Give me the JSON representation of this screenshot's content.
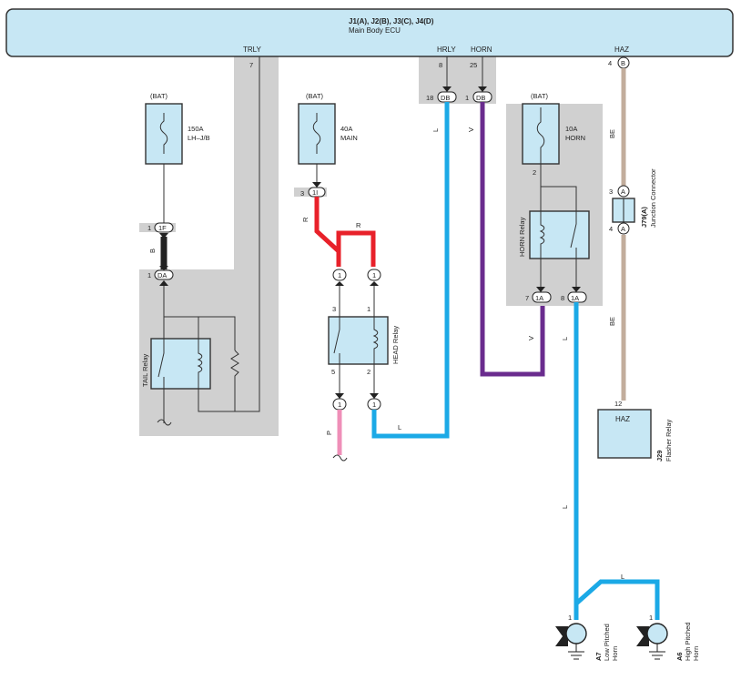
{
  "ecu": {
    "title": "J1(A), J2(B), J3(C), J4(D)",
    "subtitle": "Main Body ECU",
    "terminals": {
      "trly": "TRLY",
      "hrly": "HRLY",
      "horn": "HORN",
      "haz": "HAZ"
    }
  },
  "pins": {
    "trly": "7",
    "hrly": "8",
    "horn": "25",
    "haz": "4",
    "haz_conn": "B",
    "db_left_num": "18",
    "db_left": "DB",
    "db_right_num": "1",
    "db_right": "DB"
  },
  "fuses": {
    "tail": {
      "source": "(BAT)",
      "rating": "150A",
      "name": "LH–J/B"
    },
    "main": {
      "source": "(BAT)",
      "rating": "40A",
      "name": "MAIN"
    },
    "horn": {
      "source": "(BAT)",
      "rating": "10A",
      "name": "HORN",
      "pin": "2"
    }
  },
  "connectors": {
    "c1f_num": "1",
    "c1f": "1F",
    "cda_num": "1",
    "cda": "DA",
    "c1i_num": "3",
    "c1i": "1I",
    "c1": "1",
    "c7_num": "7",
    "c7": "1A",
    "c8_num": "8",
    "c8": "1A",
    "jc_a": "A",
    "jc_pin3": "3",
    "jc_pin4": "4"
  },
  "relays": {
    "tail": "TAIL Relay",
    "head": "HEAD Relay",
    "head_pins": {
      "p3": "3",
      "p1": "1",
      "p5": "5",
      "p2": "2"
    },
    "horn": "HORN Relay"
  },
  "wires": {
    "b": "B",
    "r1": "R",
    "r2": "R",
    "p": "P",
    "l1": "L",
    "l2": "L",
    "l3": "L",
    "l4": "L",
    "l5": "L",
    "v1": "V",
    "v2": "V",
    "be1": "BE",
    "be2": "BE"
  },
  "junction": {
    "code": "J79(A)",
    "name": "Junction Connector"
  },
  "flasher": {
    "pin": "12",
    "label": "HAZ",
    "code": "J29",
    "name": "Flasher Relay"
  },
  "horns": {
    "low": {
      "pin": "1",
      "code": "A7",
      "name1": "Low Pitched",
      "name2": "Horn"
    },
    "high": {
      "pin": "1",
      "code": "A6",
      "name1": "High Pitched",
      "name2": "Horn"
    }
  },
  "colors": {
    "black": "#222222",
    "red": "#e8212a",
    "pink": "#ef8fb8",
    "blue": "#1ba9e6",
    "purple": "#6a2c8e",
    "beige": "#c2ad9c",
    "ecu": "#c7e7f4",
    "shade": "#d0d0d0"
  }
}
